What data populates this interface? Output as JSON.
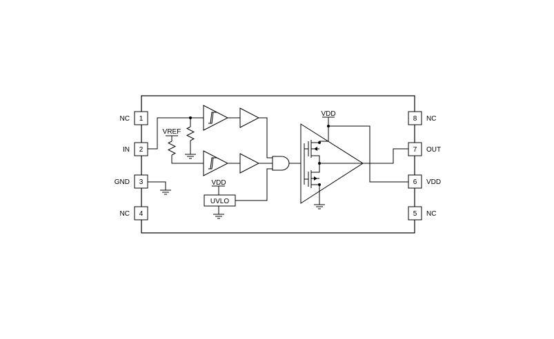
{
  "pins": {
    "left": [
      {
        "num": "1",
        "label": "NC"
      },
      {
        "num": "2",
        "label": "IN"
      },
      {
        "num": "3",
        "label": "GND"
      },
      {
        "num": "4",
        "label": "NC"
      }
    ],
    "right": [
      {
        "num": "8",
        "label": "NC"
      },
      {
        "num": "7",
        "label": "OUT"
      },
      {
        "num": "6",
        "label": "VDD"
      },
      {
        "num": "5",
        "label": "NC"
      }
    ]
  },
  "labels": {
    "vref": "VREF",
    "uvlo": "UVLO",
    "vdd_uvlo": "VDD",
    "vdd_driver": "VDD"
  },
  "colors": {
    "line": "#000000",
    "background": "#ffffff"
  }
}
